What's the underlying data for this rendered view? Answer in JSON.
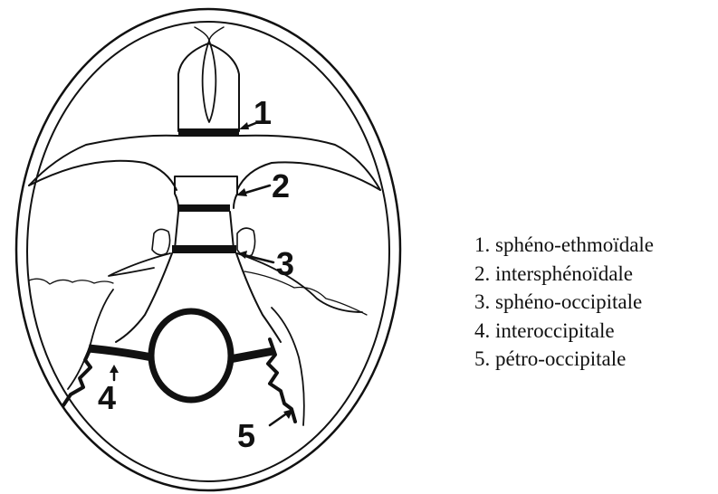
{
  "diagram": {
    "callouts": [
      {
        "id": 1,
        "label": "1"
      },
      {
        "id": 2,
        "label": "2"
      },
      {
        "id": 3,
        "label": "3"
      },
      {
        "id": 4,
        "label": "4"
      },
      {
        "id": 5,
        "label": "5"
      }
    ],
    "legend": [
      "1. sphéno-ethmoïdale",
      "2. intersphénoïdale",
      "3. sphéno-occipitale",
      "4. interoccipitale",
      "5. pétro-occipitale"
    ],
    "colors": {
      "ink": "#111111",
      "background": "#ffffff"
    }
  }
}
